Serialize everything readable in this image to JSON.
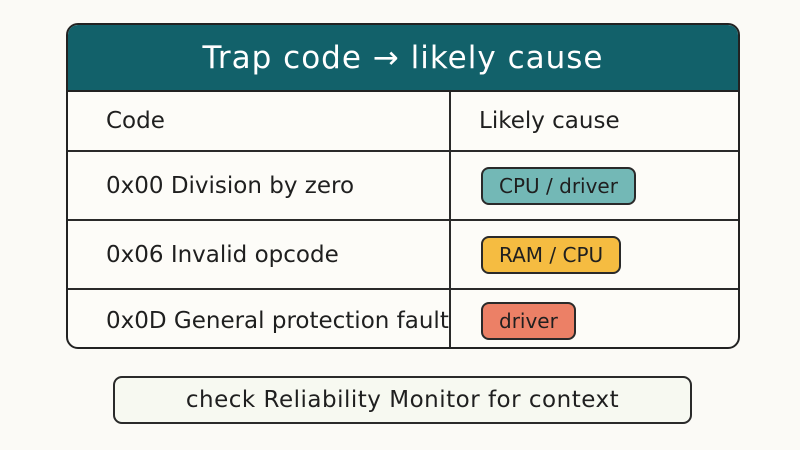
{
  "title": "Trap code → likely cause",
  "table": {
    "headers": {
      "code": "Code",
      "cause": "Likely cause"
    },
    "rows": [
      {
        "code": "0x00 Division by zero",
        "cause": "CPU / driver",
        "cause_color": "#73b8b6"
      },
      {
        "code": "0x06 Invalid opcode",
        "cause": "RAM / CPU",
        "cause_color": "#f5bc41"
      },
      {
        "code": "0x0D General protection fault",
        "cause": "driver",
        "cause_color": "#ec8066"
      }
    ]
  },
  "note": "check Reliability Monitor for context",
  "colors": {
    "title_bar": "#12616a",
    "background": "#fbfaf6"
  }
}
